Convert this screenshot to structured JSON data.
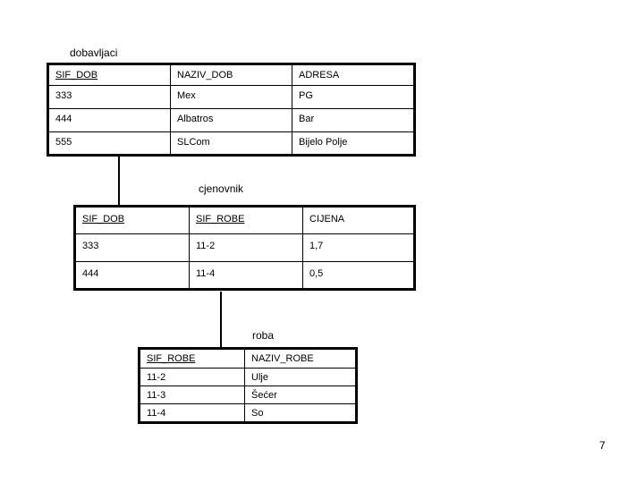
{
  "slide": {
    "page_number": "7"
  },
  "tables": [
    {
      "title": "dobavljaci",
      "headers": [
        "SIF_DOB",
        "NAZIV_DOB",
        "ADRESA"
      ],
      "rows": [
        [
          "333",
          "Mex",
          "PG"
        ],
        [
          "444",
          "Albatros",
          "Bar"
        ],
        [
          "555",
          "SLCom",
          "Bijelo Polje"
        ]
      ]
    },
    {
      "title": "cjenovnik",
      "headers": [
        "SIF_DOB",
        "SIF_ROBE",
        "CIJENA"
      ],
      "rows": [
        [
          "333",
          "11-2",
          "1,7"
        ],
        [
          "444",
          "11-4",
          "0,5"
        ]
      ]
    },
    {
      "title": "roba",
      "headers": [
        "SIF_ROBE",
        "NAZIV_ROBE"
      ],
      "rows": [
        [
          "11-2",
          "Ulje"
        ],
        [
          "11-3",
          "Šećer"
        ],
        [
          "11-4",
          "So"
        ]
      ]
    }
  ],
  "colors": {
    "background": "#ffffff",
    "line": "#000000",
    "text": "#000000"
  }
}
